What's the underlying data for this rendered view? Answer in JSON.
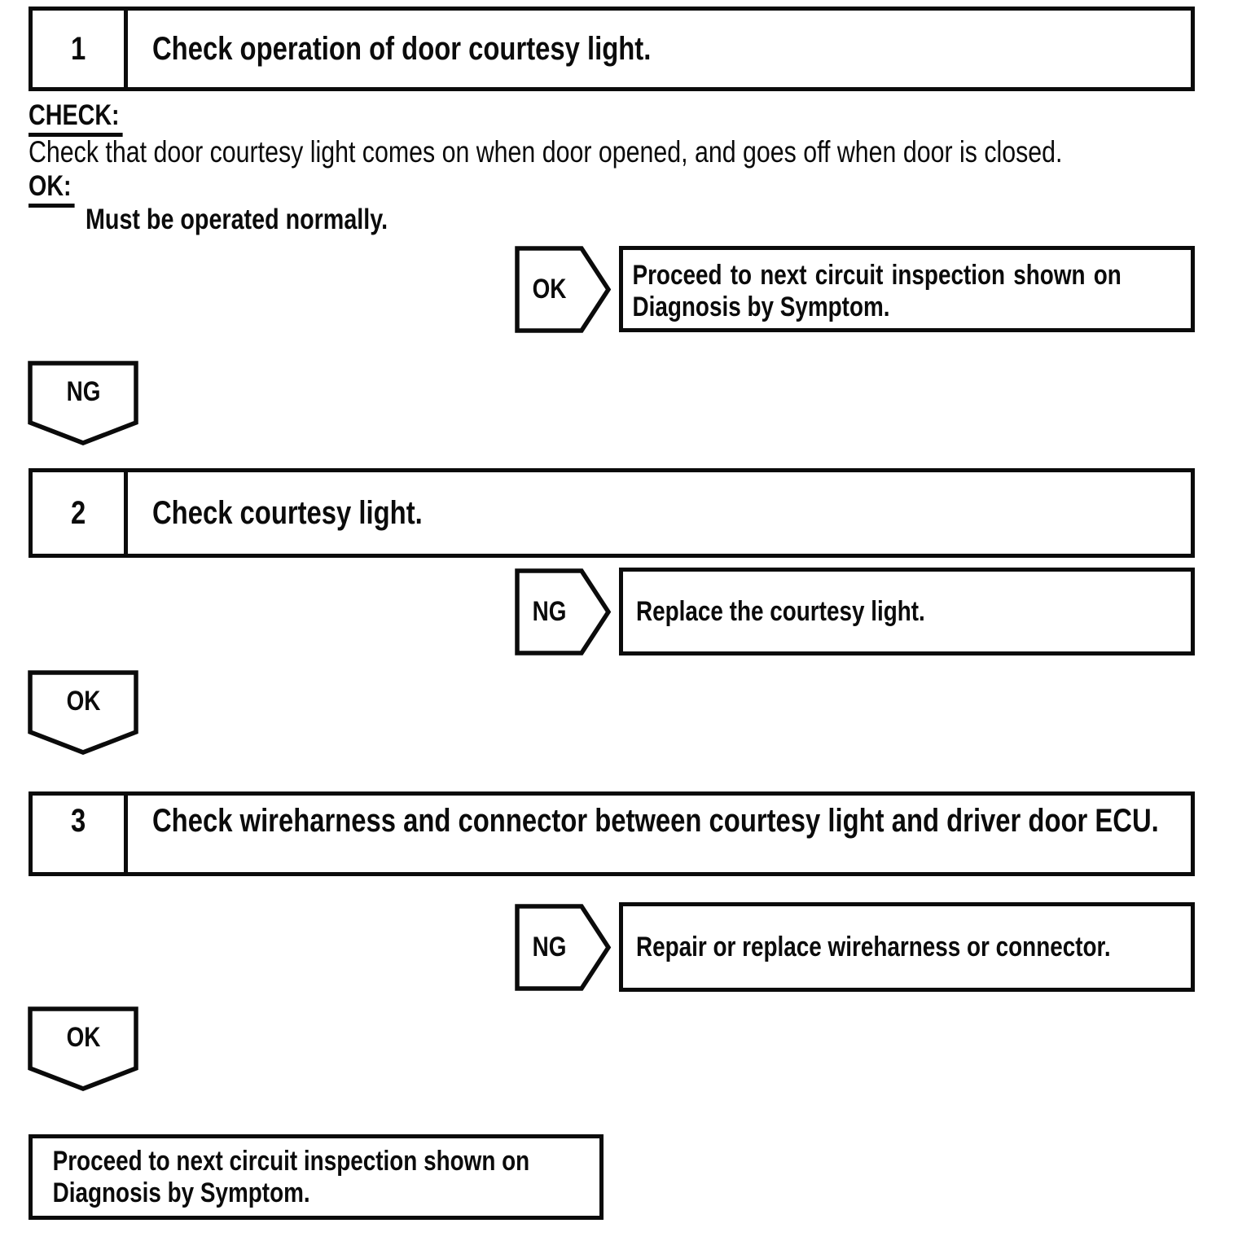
{
  "colors": {
    "ink": "#0b0b0b",
    "paper": "#ffffff"
  },
  "flowchart": {
    "step1": {
      "number": "1",
      "title": "Check operation of door courtesy light.",
      "check_label": "CHECK:",
      "check_text": "Check that door courtesy light comes on when door opened, and goes off when door is closed.",
      "ok_label": "OK:",
      "ok_criteria": "Must be operated normally.",
      "ok_branch": {
        "connector": "OK",
        "result_line1": "Proceed to next circuit inspection shown on",
        "result_line2": "Diagnosis by Symptom."
      },
      "down_connector": "NG"
    },
    "step2": {
      "number": "2",
      "title": "Check courtesy light.",
      "ng_branch": {
        "connector": "NG",
        "result": "Replace the courtesy light."
      },
      "down_connector": "OK"
    },
    "step3": {
      "number": "3",
      "title": "Check wireharness and connector between courtesy light and driver door ECU.",
      "ng_branch": {
        "connector": "NG",
        "result": "Repair or replace wireharness or connector."
      },
      "down_connector": "OK"
    },
    "final_box": {
      "line1": "Proceed to next circuit inspection shown on",
      "line2": "Diagnosis by Symptom."
    }
  }
}
